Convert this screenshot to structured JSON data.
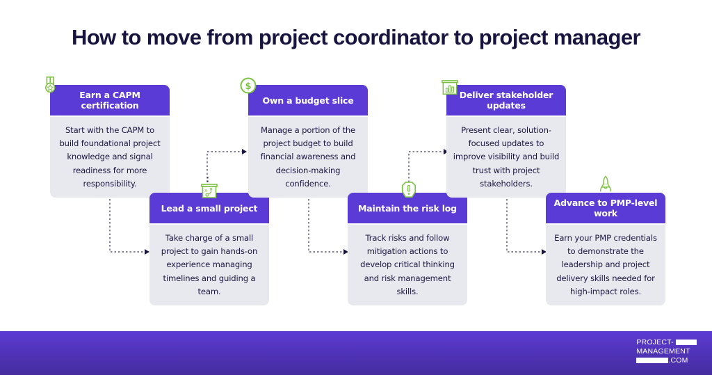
{
  "title": "How to move from project coordinator to project manager",
  "steps": [
    {
      "heading": "Earn a CAPM certification",
      "body": "Start with the CAPM to build foundational project knowledge and signal readiness for more responsibility.",
      "icon": "medal-icon"
    },
    {
      "heading": "Lead a small project",
      "body": "Take charge of a small project to gain hands-on experience managing timelines and guiding a team.",
      "icon": "strategy-board-icon"
    },
    {
      "heading": "Own a budget slice",
      "body": "Manage a portion of the project budget to build financial awareness and decision-making confidence.",
      "icon": "dollar-coin-icon"
    },
    {
      "heading": "Maintain the risk log",
      "body": "Track risks and follow mitigation actions to develop critical thinking and risk management skills.",
      "icon": "shield-alert-icon"
    },
    {
      "heading": "Deliver stakeholder updates",
      "body": "Present clear, solution-focused updates to improve visibility and build trust with project stakeholders.",
      "icon": "bar-chart-board-icon"
    },
    {
      "heading": "Advance to PMP-level work",
      "body": "Earn your PMP credentials to demonstrate the leadership and project delivery skills needed for high-impact roles.",
      "icon": "rocket-icon"
    }
  ],
  "colors": {
    "header_purple": "#5b3bd6",
    "body_gray": "#e7e9ef",
    "icon_green": "#7cc242",
    "title_navy": "#17143f",
    "footer_top": "#5b3bd3",
    "footer_bottom": "#452c9e"
  },
  "footer": {
    "logo_line1": "PROJECT-",
    "logo_line2": "MANAGEMENT",
    "logo_line3": ".COM"
  }
}
